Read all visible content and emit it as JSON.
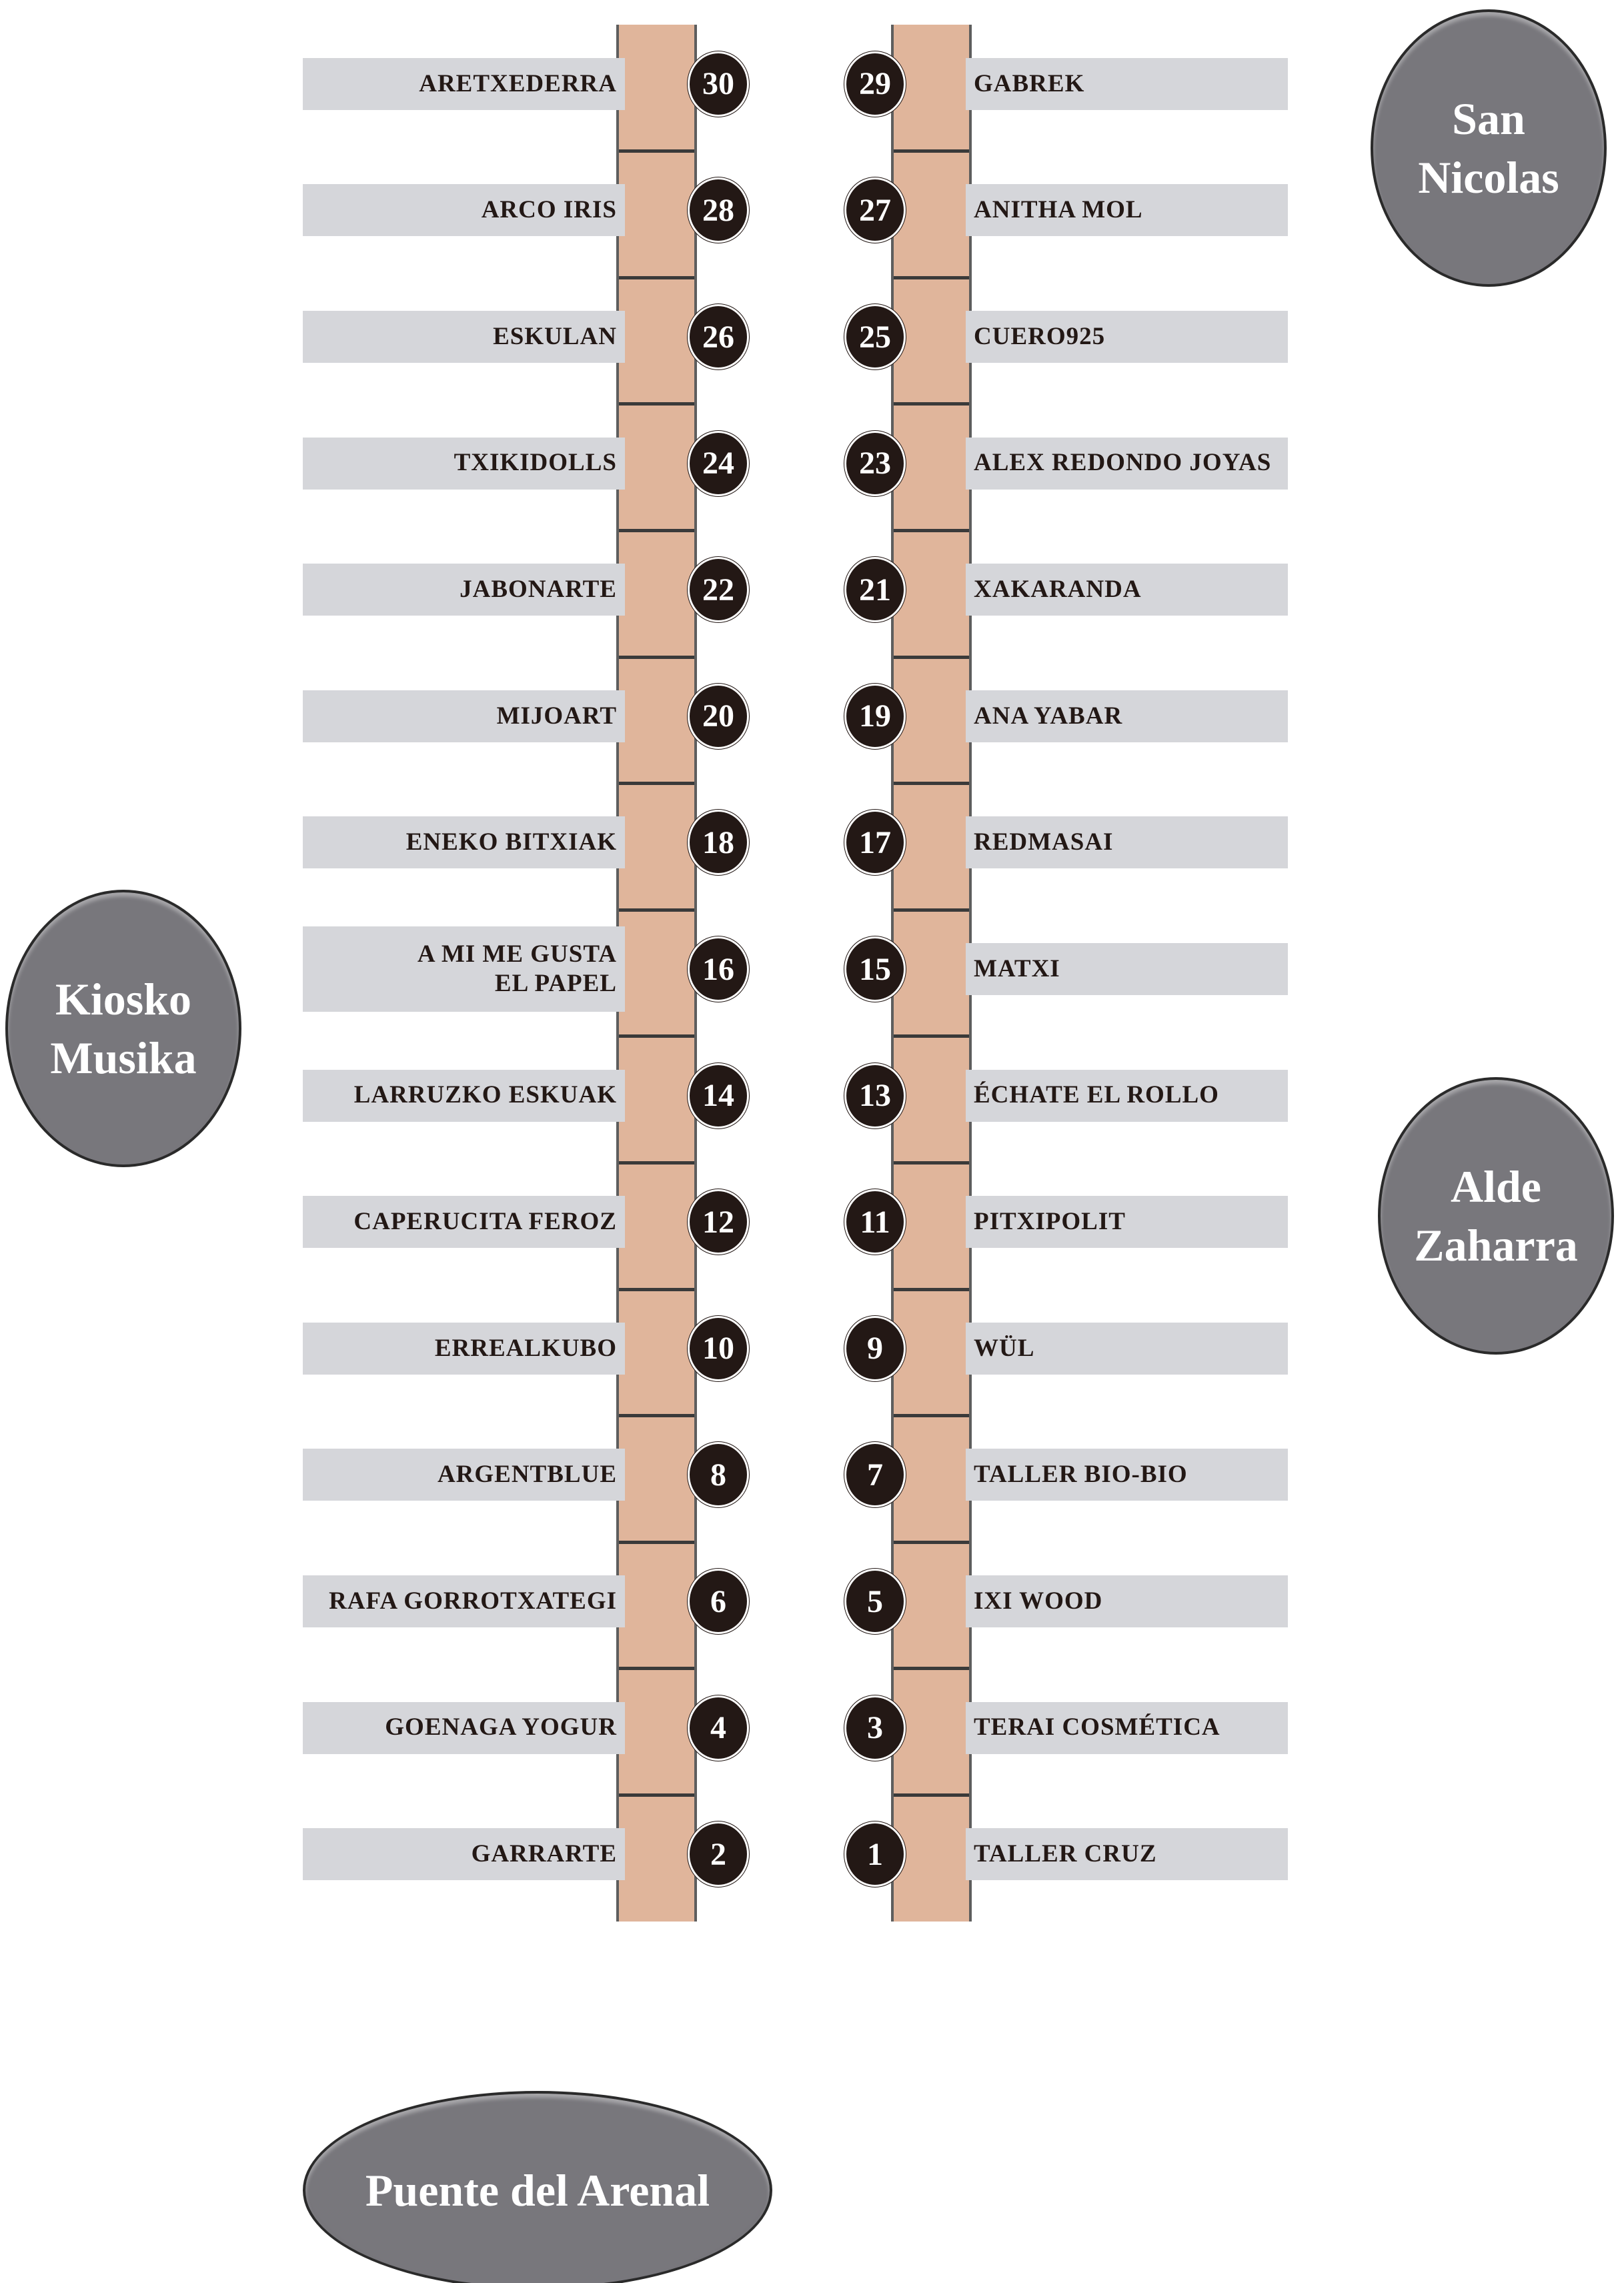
{
  "places": {
    "san_nicolas": "San\nNicolas",
    "kiosko_musika": "Kiosko\nMusika",
    "alde_zaharra": "Alde\nZaharra",
    "puente_del_arenal": "Puente del Arenal"
  },
  "colors": {
    "stall": "#e0b59b",
    "label_bg": "#d5d6da",
    "badge": "#231815",
    "place": "#78777c"
  },
  "left_stalls": [
    {
      "number": "30",
      "name": "ARETXEDERRA"
    },
    {
      "number": "28",
      "name": "ARCO  IRIS"
    },
    {
      "number": "26",
      "name": "ESKULAN"
    },
    {
      "number": "24",
      "name": "TXIKIDOLLS"
    },
    {
      "number": "22",
      "name": "JABONARTE"
    },
    {
      "number": "20",
      "name": "MIJOART"
    },
    {
      "number": "18",
      "name": "ENEKO  BITXIAK"
    },
    {
      "number": "16",
      "name": "A  MI ME  GUSTA\nEL PAPEL"
    },
    {
      "number": "14",
      "name": "LARRUZKO  ESKUAK"
    },
    {
      "number": "12",
      "name": "CAPERUCITA  FEROZ"
    },
    {
      "number": "10",
      "name": "ERREALKUBO"
    },
    {
      "number": "8",
      "name": "ARGENTBLUE"
    },
    {
      "number": "6",
      "name": "RAFA  GORROTXATEGI"
    },
    {
      "number": "4",
      "name": "GOENAGA  YOGUR"
    },
    {
      "number": "2",
      "name": "GARRARTE"
    }
  ],
  "right_stalls": [
    {
      "number": "29",
      "name": "GABREK"
    },
    {
      "number": "27",
      "name": "ANITHA  MOL"
    },
    {
      "number": "25",
      "name": "CUERO925"
    },
    {
      "number": "23",
      "name": "ALEX REDONDO JOYAS"
    },
    {
      "number": "21",
      "name": "XAKARANDA"
    },
    {
      "number": "19",
      "name": "ANA  YABAR"
    },
    {
      "number": "17",
      "name": "REDMASAI"
    },
    {
      "number": "15",
      "name": "MATXI"
    },
    {
      "number": "13",
      "name": "ÉCHATE  EL  ROLLO"
    },
    {
      "number": "11",
      "name": "PITXIPOLIT"
    },
    {
      "number": "9",
      "name": "WÜL"
    },
    {
      "number": "7",
      "name": "TALLER BIO-BIO"
    },
    {
      "number": "5",
      "name": "IXI  WOOD"
    },
    {
      "number": "3",
      "name": "TERAI  COSMÉTICA"
    },
    {
      "number": "1",
      "name": "TALLER  CRUZ"
    }
  ]
}
